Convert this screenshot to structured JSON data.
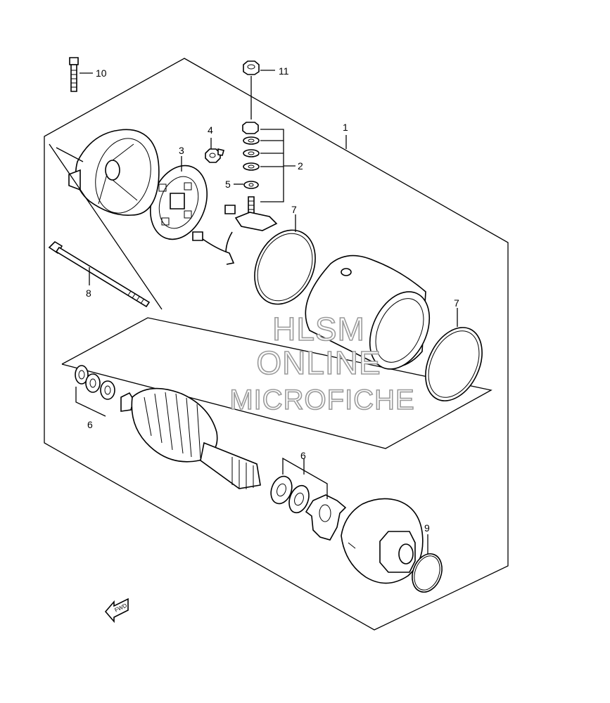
{
  "callouts": [
    {
      "id": "c1",
      "label": "1"
    },
    {
      "id": "c2",
      "label": "2"
    },
    {
      "id": "c3",
      "label": "3"
    },
    {
      "id": "c4",
      "label": "4"
    },
    {
      "id": "c5",
      "label": "5"
    },
    {
      "id": "c6a",
      "label": "6"
    },
    {
      "id": "c6b",
      "label": "6"
    },
    {
      "id": "c7a",
      "label": "7"
    },
    {
      "id": "c7b",
      "label": "7"
    },
    {
      "id": "c8",
      "label": "8"
    },
    {
      "id": "c9",
      "label": "9"
    },
    {
      "id": "c10",
      "label": "10"
    },
    {
      "id": "c11",
      "label": "11"
    }
  ],
  "watermark": {
    "line1": "HLSM",
    "line2": "ONLINE",
    "line3": "MICROFICHE"
  },
  "fwd_label": "FWD"
}
